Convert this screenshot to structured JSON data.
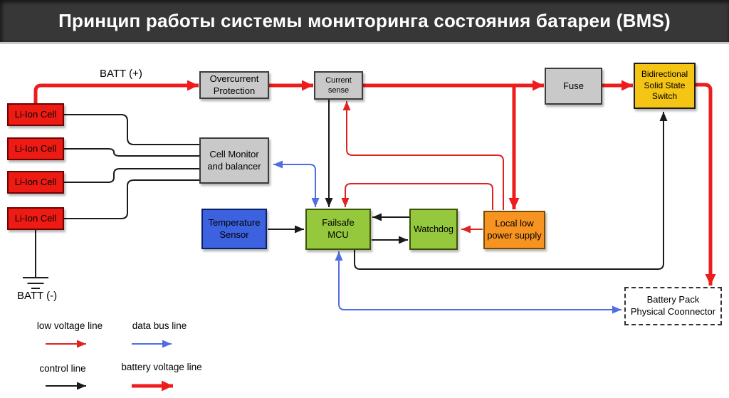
{
  "title": "Принцип работы системы мониторинга состояния батареи (BMS)",
  "diagram": {
    "batt_plus": "BATT (+)",
    "batt_minus": "BATT (-)",
    "cells": [
      "Li-Ion Cell",
      "Li-Ion Cell",
      "Li-Ion Cell",
      "Li-Ion Cell"
    ],
    "blocks": {
      "overcurrent": "Overcurrent\nProtection",
      "current_sense": "Current\nsense",
      "fuse": "Fuse",
      "switch": "Bidirectional\nSolid State\nSwitch",
      "cell_monitor": "Cell Monitor\nand balancer",
      "temp_sensor": "Temperature\nSensor",
      "mcu": "Failsafe\nMCU",
      "watchdog": "Watchdog",
      "power_supply": "Local low\npower supply",
      "connector": "Battery Pack\nPhysical Coonnector"
    }
  },
  "legend": {
    "items": [
      {
        "label": "low voltage line",
        "type": "thin-red-arrow"
      },
      {
        "label": "data bus line",
        "type": "blue-arrow"
      },
      {
        "label": "control line",
        "type": "black-arrow"
      },
      {
        "label": "battery voltage line",
        "type": "thick-red-arrow"
      }
    ]
  },
  "colors": {
    "title_bg": "#373737",
    "title_text": "#ffffff",
    "battery_voltage_line": "#ee1c1c",
    "low_voltage_line": "#dd2420",
    "data_bus_line": "#4f6de4",
    "control_line": "#1a1a1a",
    "cell_fill": "#ee1b14",
    "gray_fill": "#c9c9c9",
    "switch_fill": "#f4c515",
    "temp_sensor_fill": "#3c62e0",
    "mcu_fill": "#95c83d",
    "supply_fill": "#f79421"
  }
}
